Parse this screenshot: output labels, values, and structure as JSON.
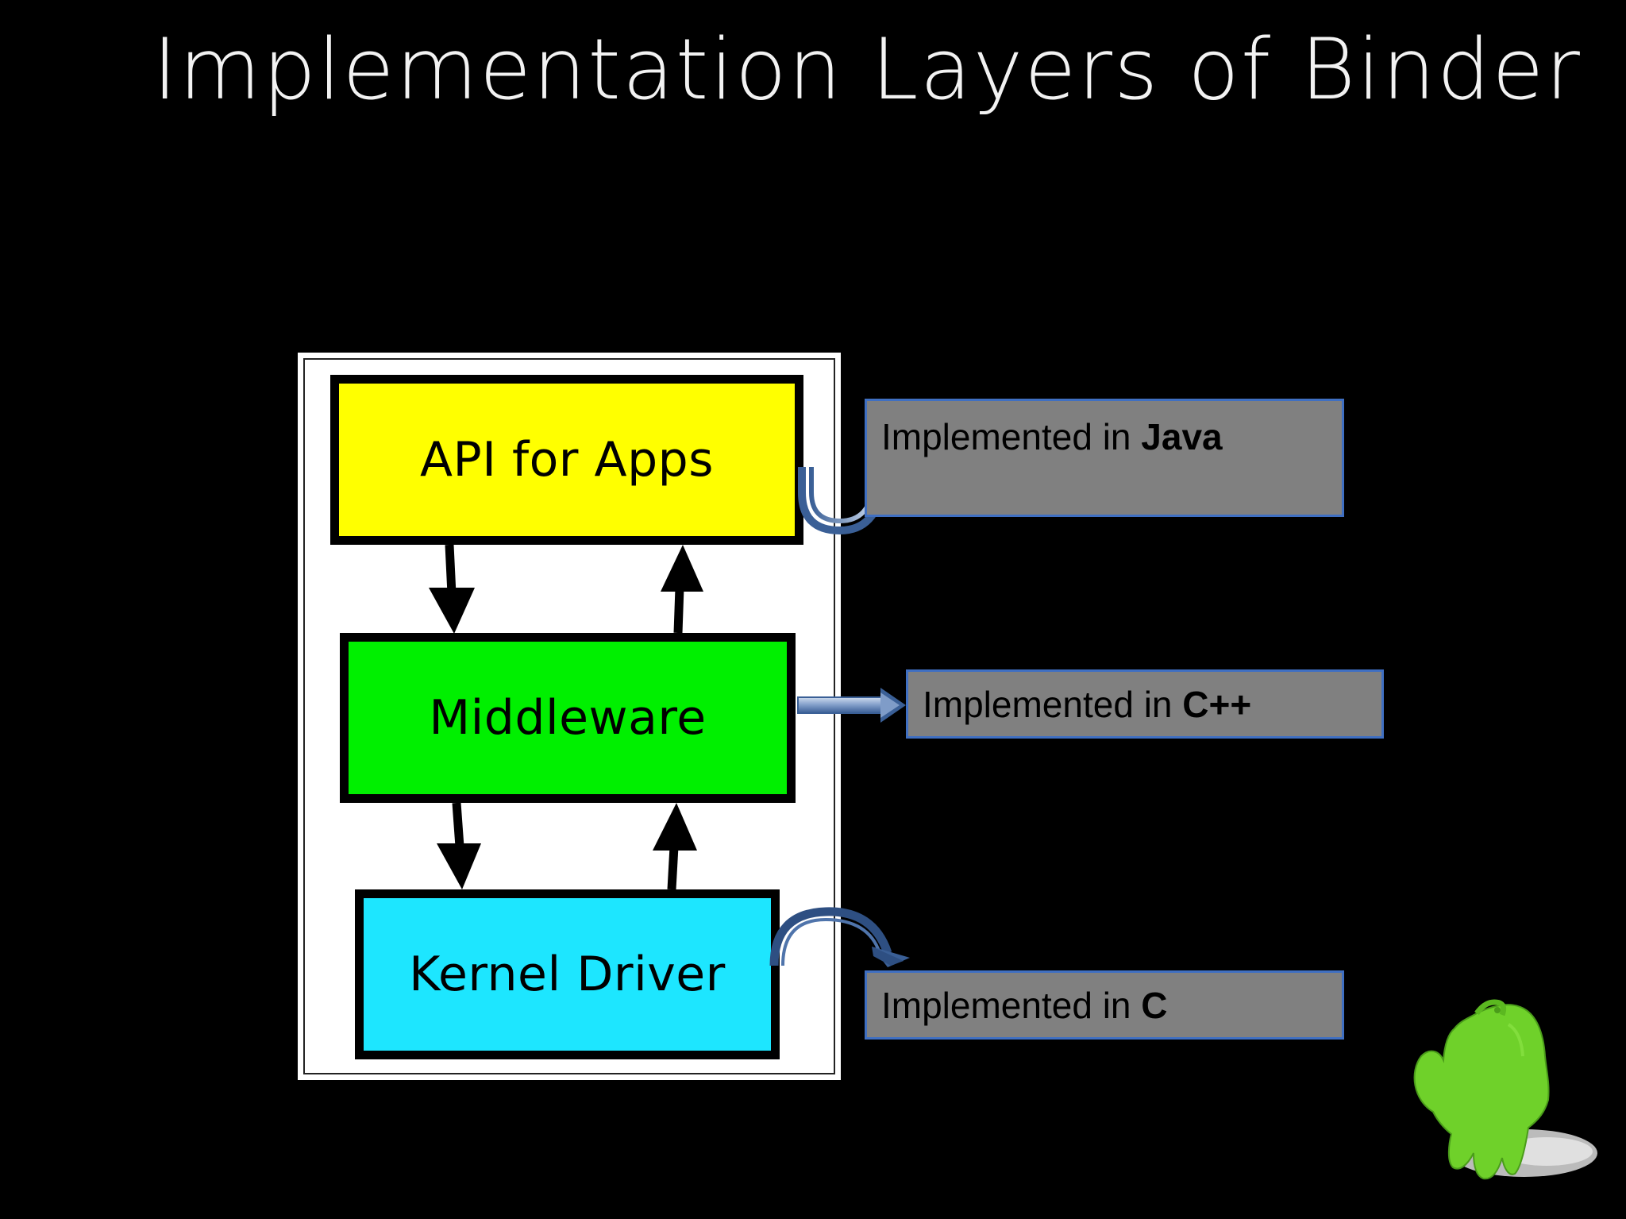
{
  "slide": {
    "title": "Implementation Layers of Binder"
  },
  "layers": [
    {
      "label": "API for Apps",
      "color": "#ffff00"
    },
    {
      "label": "Middleware",
      "color": "#00f000"
    },
    {
      "label": "Kernel Driver",
      "color": "#1de6ff"
    }
  ],
  "implementations": [
    {
      "prefix": "Implemented in ",
      "language": "Java"
    },
    {
      "prefix": "Implemented in ",
      "language": "C++"
    },
    {
      "prefix": "Implemented in ",
      "language": "C"
    }
  ],
  "colors": {
    "background": "#000000",
    "impl_box_fill": "#808080",
    "impl_box_border": "#3f6fc2",
    "mascot": "#6fd12a"
  },
  "icons": {
    "mascot": "green-ghost-mascot-icon"
  }
}
